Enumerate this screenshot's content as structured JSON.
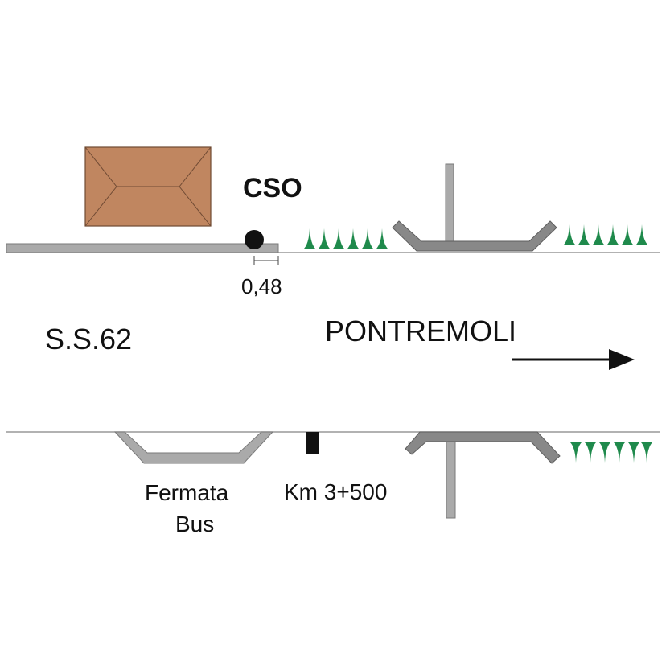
{
  "labels": {
    "cso": "CSO",
    "distance": "0,48",
    "road": "S.S.62",
    "direction": "PONTREMOLI",
    "bus_stop_line1": "Fermata",
    "bus_stop_line2": "Bus",
    "km_marker": "Km 3+500"
  },
  "colors": {
    "road_edge": "#999999",
    "sidewalk_fill": "#aaaaaa",
    "sidewalk_stroke": "#7a7a7a",
    "junction_fill": "#888888",
    "junction_stroke": "#5e5e5e",
    "building_fill": "#c08660",
    "building_stroke": "#6f4a33",
    "vegetation": "#1f8a4c",
    "marker": "#111111"
  },
  "icons": {
    "cso_point": "circle-marker-icon",
    "km_post": "km-post-icon",
    "vegetation": "grass-tuft-icon",
    "direction": "arrow-right-icon"
  }
}
